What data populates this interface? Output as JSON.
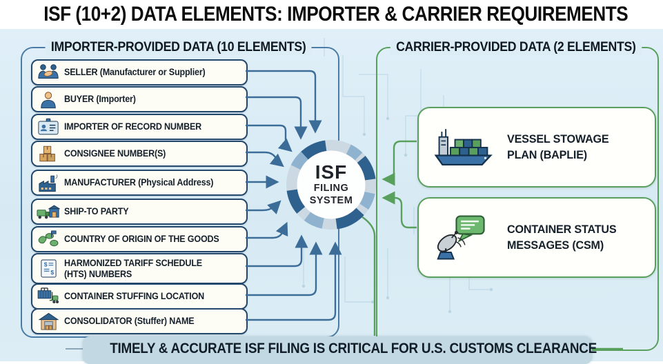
{
  "title": "ISF (10+2) DATA ELEMENTS: IMPORTER & CARRIER REQUIREMENTS",
  "importer_panel": {
    "header": "IMPORTER-PROVIDED DATA (10 ELEMENTS)",
    "items": [
      {
        "label": "SELLER (Manufacturer or Supplier)",
        "icon": "handshake-icon"
      },
      {
        "label": "BUYER (Importer)",
        "icon": "person-icon"
      },
      {
        "label": "IMPORTER OF RECORD NUMBER",
        "icon": "id-card-icon"
      },
      {
        "label": "CONSIGNEE NUMBER(S)",
        "icon": "boxes-icon"
      },
      {
        "label": "MANUFACTURER (Physical Address)",
        "icon": "factory-icon"
      },
      {
        "label": "SHIP-TO PARTY",
        "icon": "truck-warehouse-icon"
      },
      {
        "label": "COUNTRY OF ORIGIN OF THE GOODS",
        "icon": "world-map-icon"
      },
      {
        "label": "HARMONIZED TARIFF SCHEDULE\n(HTS) NUMBERS",
        "icon": "tariff-document-icon"
      },
      {
        "label": "CONTAINER STUFFING LOCATION",
        "icon": "container-forklift-icon"
      },
      {
        "label": "CONSOLIDATOR (Stuffer) NAME",
        "icon": "warehouse-icon"
      }
    ]
  },
  "carrier_panel": {
    "header": "CARRIER-PROVIDED DATA (2 ELEMENTS)",
    "items": [
      {
        "label": "VESSEL STOWAGE\nPLAN (BAPLIE)",
        "icon": "cargo-ship-icon"
      },
      {
        "label": "CONTAINER STATUS\nMESSAGES (CSM)",
        "icon": "satellite-dish-icon"
      }
    ]
  },
  "hub": {
    "line1": "ISF",
    "line2": "FILING",
    "line3": "SYSTEM"
  },
  "footer": {
    "banner": "TIMELY & ACCURATE ISF FILING IS CRITICAL FOR U.S. CUSTOMS CLEARANCE"
  },
  "colors": {
    "background": "#d9ebf5",
    "importer_accent": "#4a7ca6",
    "carrier_accent": "#58a05c",
    "card_border": "#24486b",
    "arrow_blue": "#3c6d98",
    "arrow_green": "#58a05c",
    "banner_bg": "#c2d9e3",
    "hub_ring_base": "#ccd9e3",
    "hub_ring_dark": "#2e618e",
    "hub_ring_mid": "#8fb3cf",
    "title_color": "#0c0c0c"
  }
}
